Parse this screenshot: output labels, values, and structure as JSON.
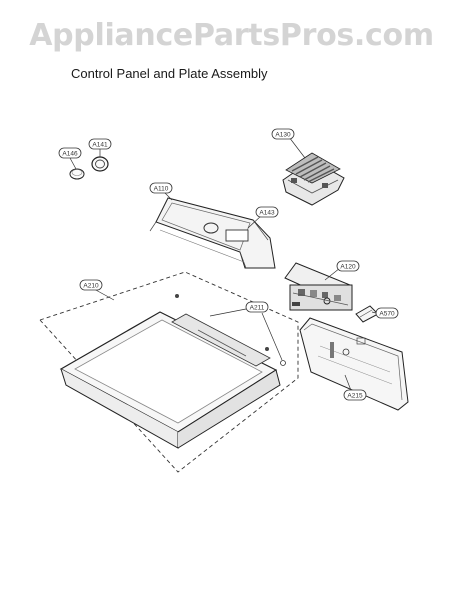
{
  "watermark": "AppliancePartsPros.com",
  "title": "Control Panel and Plate Assembly",
  "callouts": {
    "a146": "A146",
    "a141": "A141",
    "a130": "A130",
    "a110": "A110",
    "a143": "A143",
    "a120": "A120",
    "a210": "A210",
    "a211": "A211",
    "a570": "A570",
    "a215": "A215"
  }
}
